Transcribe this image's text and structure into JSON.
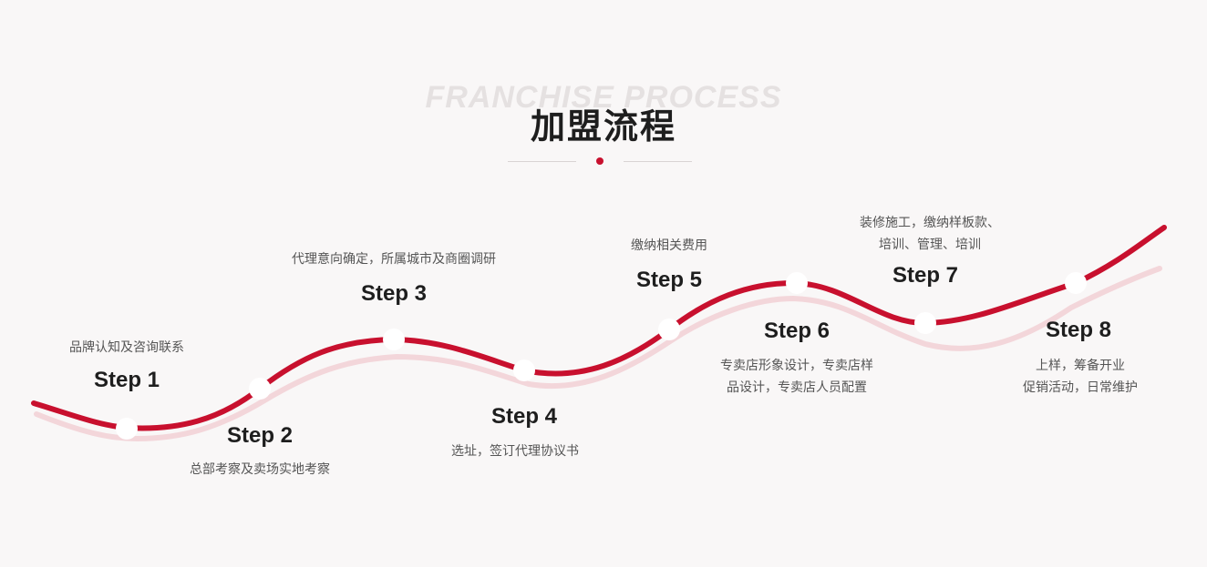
{
  "header": {
    "bg_title": "FRANCHISE PROCESS",
    "title": "加盟流程"
  },
  "colors": {
    "accent": "#c8102e",
    "shadow_curve": "#f3d6da",
    "node": "#ffffff"
  },
  "steps": [
    {
      "label": "Step 1",
      "desc": [
        "品牌认知及咨询联系"
      ]
    },
    {
      "label": "Step 2",
      "desc": [
        "总部考察及卖场实地考察"
      ]
    },
    {
      "label": "Step 3",
      "desc": [
        "代理意向确定，所属城市及商圈调研"
      ]
    },
    {
      "label": "Step 4",
      "desc": [
        "选址，签订代理协议书"
      ]
    },
    {
      "label": "Step 5",
      "desc": [
        "缴纳相关费用"
      ]
    },
    {
      "label": "Step 6",
      "desc": [
        "专卖店形象设计，专卖店样",
        "品设计，专卖店人员配置"
      ]
    },
    {
      "label": "Step 7",
      "desc": [
        "装修施工，缴纳样板款、",
        "培训、管理、培训"
      ]
    },
    {
      "label": "Step 8",
      "desc": [
        "上样，筹备开业",
        "促销活动，日常维护"
      ]
    }
  ]
}
